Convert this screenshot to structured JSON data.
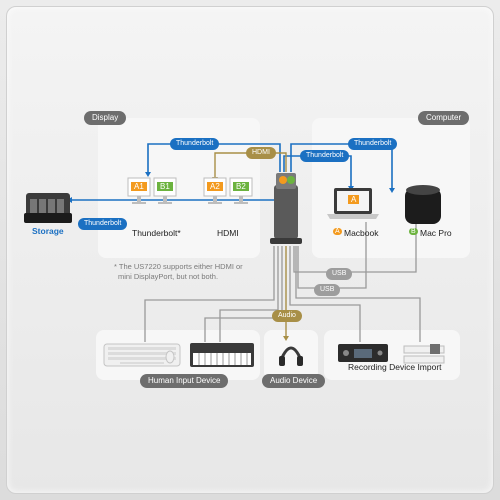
{
  "sections": {
    "display": "Display",
    "computer": "Computer",
    "human_input": "Human Input Device",
    "audio_device": "Audio Device",
    "recording_import": "Recording Device Import"
  },
  "labels": {
    "storage": "Storage",
    "thunderbolt_display": "Thunderbolt*",
    "hdmi_display": "HDMI",
    "macbook": "Macbook",
    "mac_pro": "Mac Pro",
    "note_line1": "* The US7220 supports either HDMI or",
    "note_line2": "mini DisplayPort, but not both."
  },
  "cables": {
    "thunderbolt": "Thunderbolt",
    "hdmi": "HDMI",
    "usb": "USB",
    "audio": "Audio"
  },
  "badges": {
    "a1": "A1",
    "b1": "B1",
    "a2": "A2",
    "b2": "B2",
    "a": "A",
    "b": "B"
  },
  "colors": {
    "thunderbolt_line": "#1b70c2",
    "usb_line": "#9a9a9a",
    "audio_line": "#a88f47",
    "badge_orange": "#f39a1e",
    "badge_green": "#6cb33f",
    "section_tag": "#6d6d6d"
  }
}
